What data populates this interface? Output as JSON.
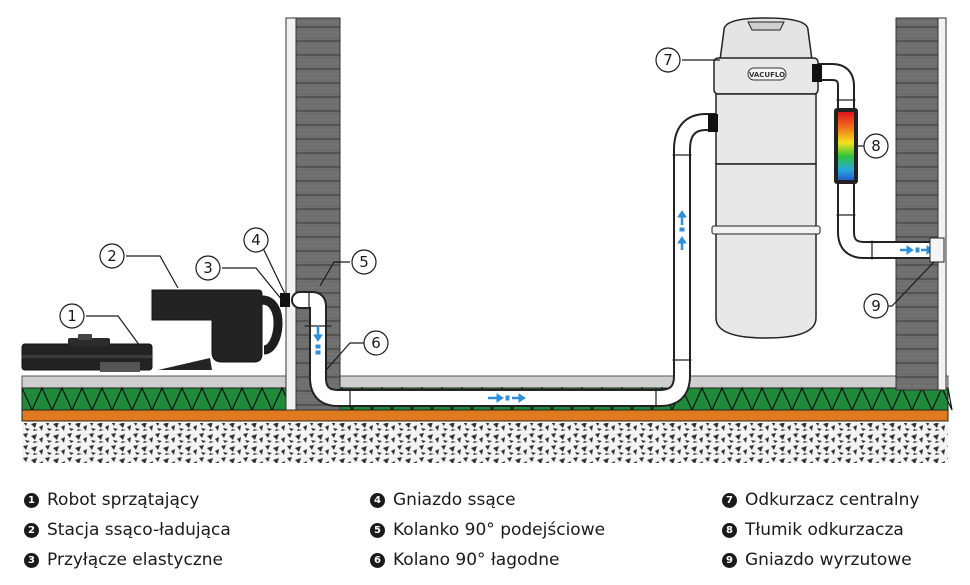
{
  "diagram": {
    "brand": "VACUFLO",
    "callouts": [
      "1",
      "2",
      "3",
      "4",
      "5",
      "6",
      "7",
      "8",
      "9"
    ]
  },
  "legend": [
    {
      "num": "1",
      "label": "Robot sprzątający"
    },
    {
      "num": "2",
      "label": "Stacja ssąco-ładująca"
    },
    {
      "num": "3",
      "label": "Przyłącze elastyczne"
    },
    {
      "num": "4",
      "label": "Gniazdo ssące"
    },
    {
      "num": "5",
      "label": "Kolanko 90° podejściowe"
    },
    {
      "num": "6",
      "label": "Kolano 90° łagodne"
    },
    {
      "num": "7",
      "label": "Odkurzacz centralny"
    },
    {
      "num": "8",
      "label": "Tłumik odkurzacza"
    },
    {
      "num": "9",
      "label": "Gniazdo wyrzutowe"
    }
  ],
  "colors": {
    "wall": "#6b6b6b",
    "grass": "#1f8a3a",
    "orange": "#e07a1f",
    "pipe": "#ffffff",
    "unit": "#e4e4e4",
    "flow": "#2f8fd8",
    "station": "#222222"
  }
}
